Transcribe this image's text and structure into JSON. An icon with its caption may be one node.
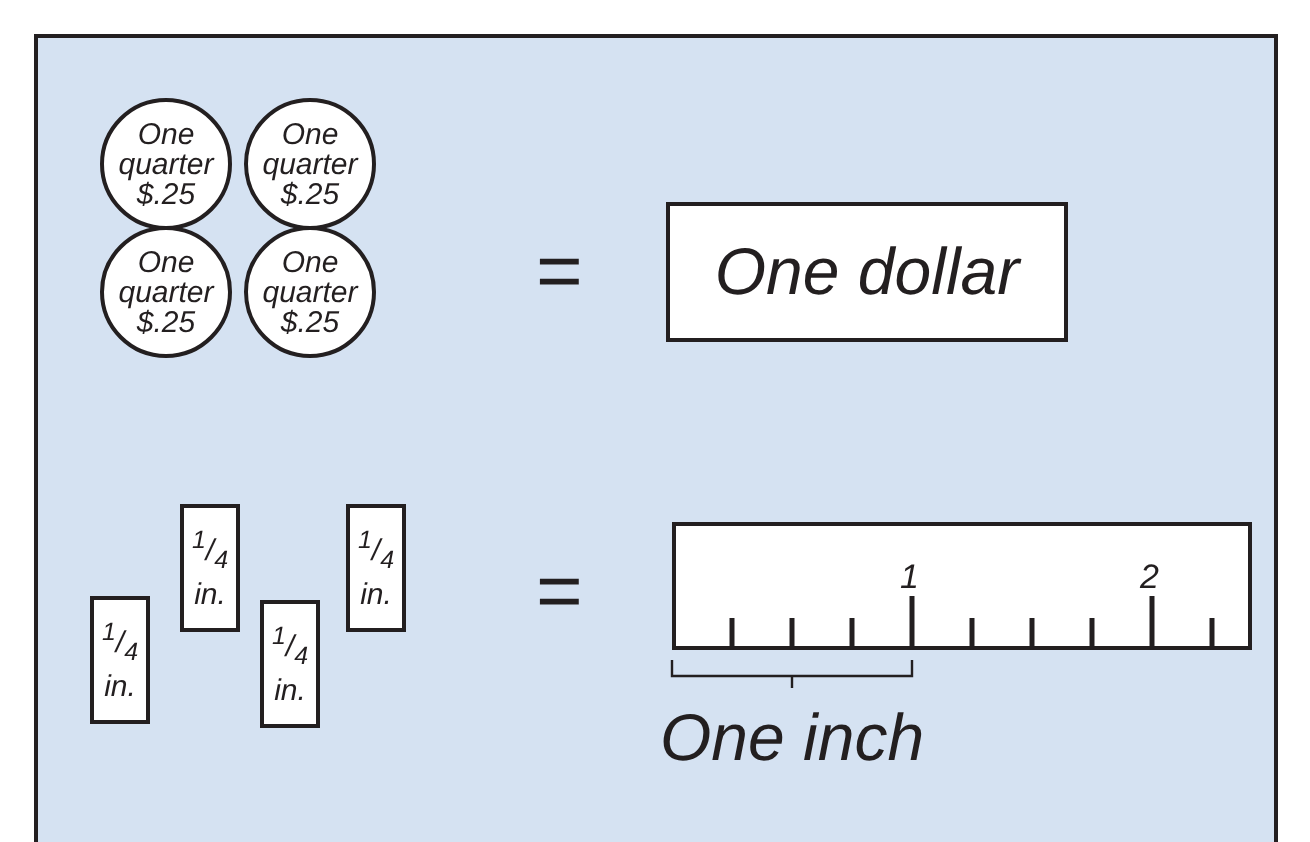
{
  "diagram": {
    "nodes": [
      {
        "text": [
          "One quarter $.25"
        ]
      },
      {
        "text": [
          "One quarter $.25"
        ]
      },
      {
        "text": [
          "One quarter $.25"
        ]
      },
      {
        "text": [
          "One quarter $.25"
        ]
      },
      {
        "text": [
          "One dollar"
        ]
      },
      {
        "text": [
          "$^{1}$/$_{4}$ in."
        ]
      },
      {
        "text": [
          "$^{1}$/$_{4}$ in."
        ]
      },
      {
        "text": [
          "$^{1}$/$_{4}$ in."
        ]
      },
      {
        "text": [
          "$^{1}$/$_{4}$ in."
        ]
      },
      {
        "text": [
          "1",
          "2"
        ]
      }
    ],
    "labels": [
      "=",
      "=",
      "One inch"
    ]
  }
}
